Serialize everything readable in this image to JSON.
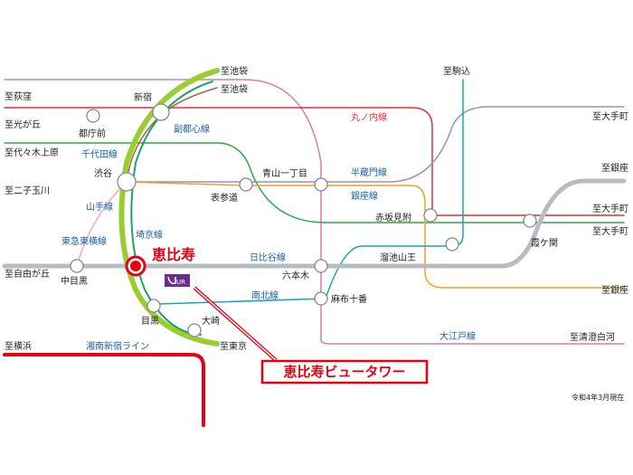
{
  "highlight": {
    "station": "恵比寿",
    "building": "恵比寿ビュータワー",
    "logo_text": "UR",
    "accent_color": "#e60012"
  },
  "colors": {
    "yamanote": "#9acd32",
    "saikyo": "#22a06b",
    "shonan": "#e60012",
    "hibiya": "#b5bcc3",
    "marunouchi": "#e0303c",
    "chiyoda": "#2ca84a",
    "fukutoshin": "#a6633e",
    "hanzomon": "#9b8ec4",
    "ginza": "#f0a31d",
    "namboku": "#17a5b5",
    "oedo": "#d87fa4",
    "toyoko": "#f4a7bc",
    "label_blue": "#1a5fa8"
  },
  "lines": {
    "marunouchi": "丸ノ内線",
    "fukutoshin": "副都心線",
    "chiyoda": "千代田線",
    "yamanote": "山手線",
    "hanzomon": "半蔵門線",
    "ginza": "銀座線",
    "toyoko": "東急東横線",
    "saikyo": "埼京線",
    "hibiya": "日比谷線",
    "namboku": "南北線",
    "shonan": "湘南新宿ライン",
    "oedo": "大江戸線"
  },
  "stations": {
    "shinjuku": "新宿",
    "tochomae": "都庁前",
    "shibuya": "渋谷",
    "omotesando": "表参道",
    "aoyama": "青山一丁目",
    "akasaka": "赤坂見附",
    "tameike": "溜池山王",
    "kasumigaseki": "霞ケ関",
    "roppongi": "六本木",
    "azabu": "麻布十番",
    "nakameguro": "中目黒",
    "meguro": "目黒",
    "osaki": "大崎"
  },
  "destinations": {
    "ogikubo": "至荻窪",
    "hikarigaoka": "至光が丘",
    "yoyogiuehara": "至代々木上原",
    "futakotamagawa": "至二子玉川",
    "jiyugaoka": "至自由が丘",
    "yokohama": "至横浜",
    "ikebukuro1": "至池袋",
    "ikebukuro2": "至池袋",
    "komagome": "至駒込",
    "otemachi1": "至大手町",
    "ginza1": "至銀座",
    "otemachi2": "至大手町",
    "otemachi3": "至大手町",
    "ginza2": "至銀座",
    "kiyosumi": "至清澄白河",
    "tokyo": "至東京"
  },
  "note": "令和4年3月現在"
}
